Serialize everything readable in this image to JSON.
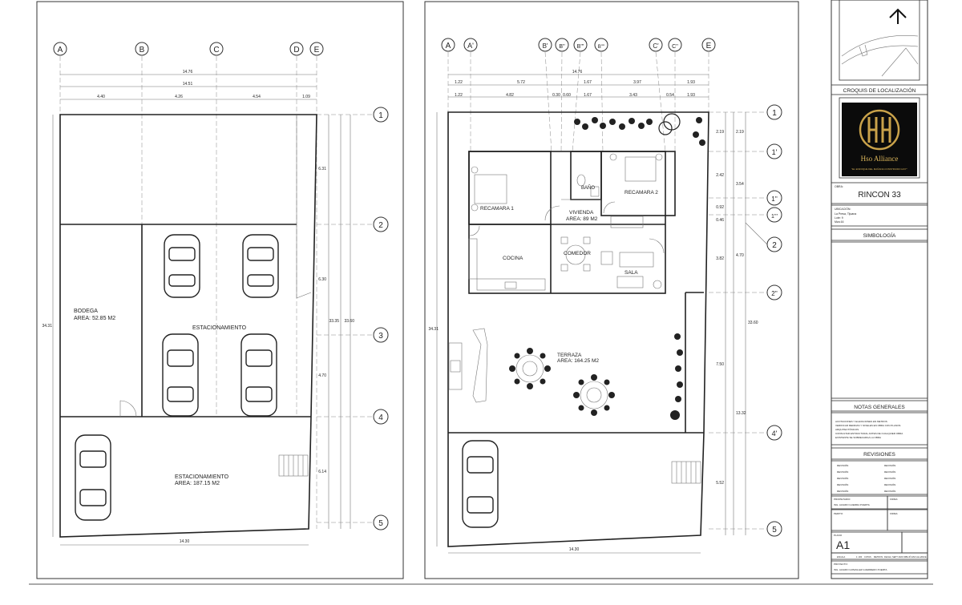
{
  "grid_axes": {
    "left_plan": [
      "A",
      "B",
      "C",
      "D",
      "E"
    ],
    "right_plan": [
      "A",
      "A'",
      "B'",
      "B''",
      "B'''",
      "B''''",
      "C'",
      "C''",
      "E"
    ],
    "rows_left": [
      "1",
      "2",
      "3",
      "4",
      "5"
    ],
    "rows_right": [
      "1",
      "1'",
      "1''",
      "1'''",
      "2",
      "2''",
      "4'",
      "5"
    ]
  },
  "left_plan": {
    "dim_total_top": "14.76",
    "dim_sub_top": "14.51",
    "dims_top": [
      "4.40",
      "4.26",
      "4.54",
      "1.09"
    ],
    "dims_right": [
      "6.31",
      "6.30",
      "4.70",
      "6.14"
    ],
    "dims_right_totals": [
      "33.35",
      "33.60"
    ],
    "dim_left": "34.31",
    "dim_bottom": "14.30",
    "bodega_label": "BODEGA",
    "bodega_area": "AREA: 52.85  M2",
    "estacionamiento_label": "ESTACIONAMIENTO",
    "estacionamiento2_label": "ESTACIONAMIENTO",
    "estacionamiento2_area": "AREA: 187.15 M2"
  },
  "right_plan": {
    "dim_total_top": "14.76",
    "dims_top_1": [
      "1.22",
      "5.72",
      "1.67",
      "3.97",
      "1.93"
    ],
    "dims_top_2": [
      "1.22",
      "4.82",
      "0.30",
      "0.60",
      "1.67",
      "3.43",
      "0.54",
      "1.93"
    ],
    "dims_right": [
      "2.19",
      "2.19",
      "2.42",
      "3.54",
      "0.92",
      "0.46",
      "3.82",
      "4.70",
      "7.50",
      "13.32",
      "5.52"
    ],
    "dim_right_total": "33.60",
    "dim_left": "34.31",
    "dim_bottom": "14.30",
    "recamara1": "RECAMARA 1",
    "recamara2": "RECAMARA 2",
    "bano": "BAÑO",
    "vivienda": "VIVIENDA",
    "vivienda_area": "AREA: 89 M2",
    "cocina": "COCINA",
    "comedor": "COMEDOR",
    "sala": "SALA",
    "terraza": "TERRAZA",
    "terraza_area": "AREA: 164.25  M2"
  },
  "title_block": {
    "croquis_label": "CROQUIS DE LOCALIZACIÓN",
    "logo_text": "Hso Alliance",
    "logo_subtext": "\"EL ENFOQUE DEL MAÑANA CONSTRUIDO HOY\"",
    "obra_label": "OBRA:",
    "obra_value": "RINCON 33",
    "ubicacion_label": "UBICACIÓN:",
    "ubicacion_lines": [
      "La Presa, Tijuana",
      "Lote: 9",
      "Mza:16"
    ],
    "simbologia_label": "SIMBOLOGÍA",
    "notas_label": "NOTAS GENERALES",
    "notas_lines": [
      "ACOTACIONES Y ELEVACIONES EN METROS",
      "VERIFICAR MEDIDAS Y NIVELES EN OBRA CON PLANOS",
      "ARQUITECTÓNICOS",
      "CONSULTAR ESTRUCTURAL ANTES DE CUALQUIER OBRA",
      "EXISTENTE SE SOBRECARGA LA OBRA"
    ],
    "revisiones_label": "REVISIONES",
    "revision_cell": "REVISIÓN",
    "propietario_label": "PROPIETARIO:",
    "propietario_value": "ING. ALVARO GUERRA PUERTA",
    "firma_label": "FIRMA:",
    "perito_label": "PERITO:",
    "firma2_label": "FIRMA:",
    "plano_label": "PLANO",
    "plano_value": "A1",
    "bottom_cells": [
      "ESCALA",
      "1: 200",
      "COTAS",
      "METROS",
      "FECHA",
      "SEPT 2023",
      "DIBUJÓ",
      "HSO ALLIANCE"
    ],
    "proyecto_label": "PROYECTO:",
    "proyecto_value": "ING. ALVARO GONZALEZ GUERRERO PUERTA"
  }
}
